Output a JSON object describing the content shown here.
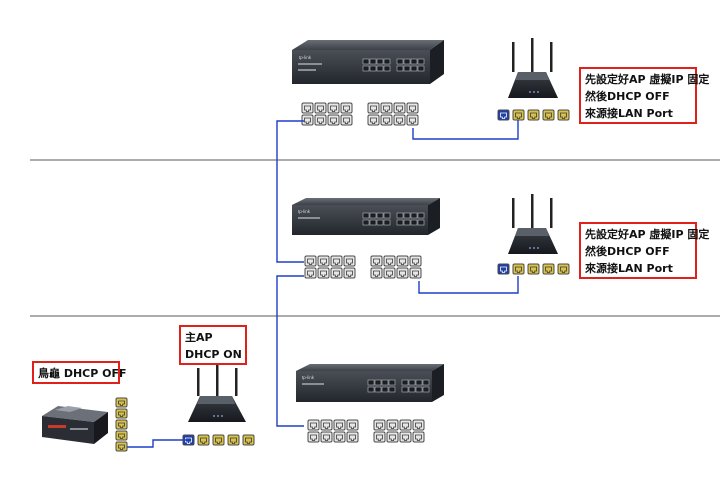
{
  "colors": {
    "port_fill": "#e7e7e7",
    "port_stroke": "#4a4a4a",
    "lan_port": "#d8c24b",
    "wan_port": "#1f3fa8",
    "cable": "#1e3ec8",
    "separator": "#5a5a5a",
    "note_border": "#e0201b",
    "device_body": "#2b2f36"
  },
  "devices": {
    "switch_logo": "tp-link"
  },
  "notes": {
    "top": [
      "先設定好AP 虛擬IP 固定",
      "然後DHCP OFF",
      "來源接LAN Port"
    ],
    "middle": [
      "先設定好AP 虛擬IP 固定",
      "然後DHCP OFF",
      "來源接LAN Port"
    ],
    "main_ap": [
      "主AP",
      "DHCP ON"
    ],
    "modem": [
      "鳥龜 DHCP OFF"
    ]
  }
}
